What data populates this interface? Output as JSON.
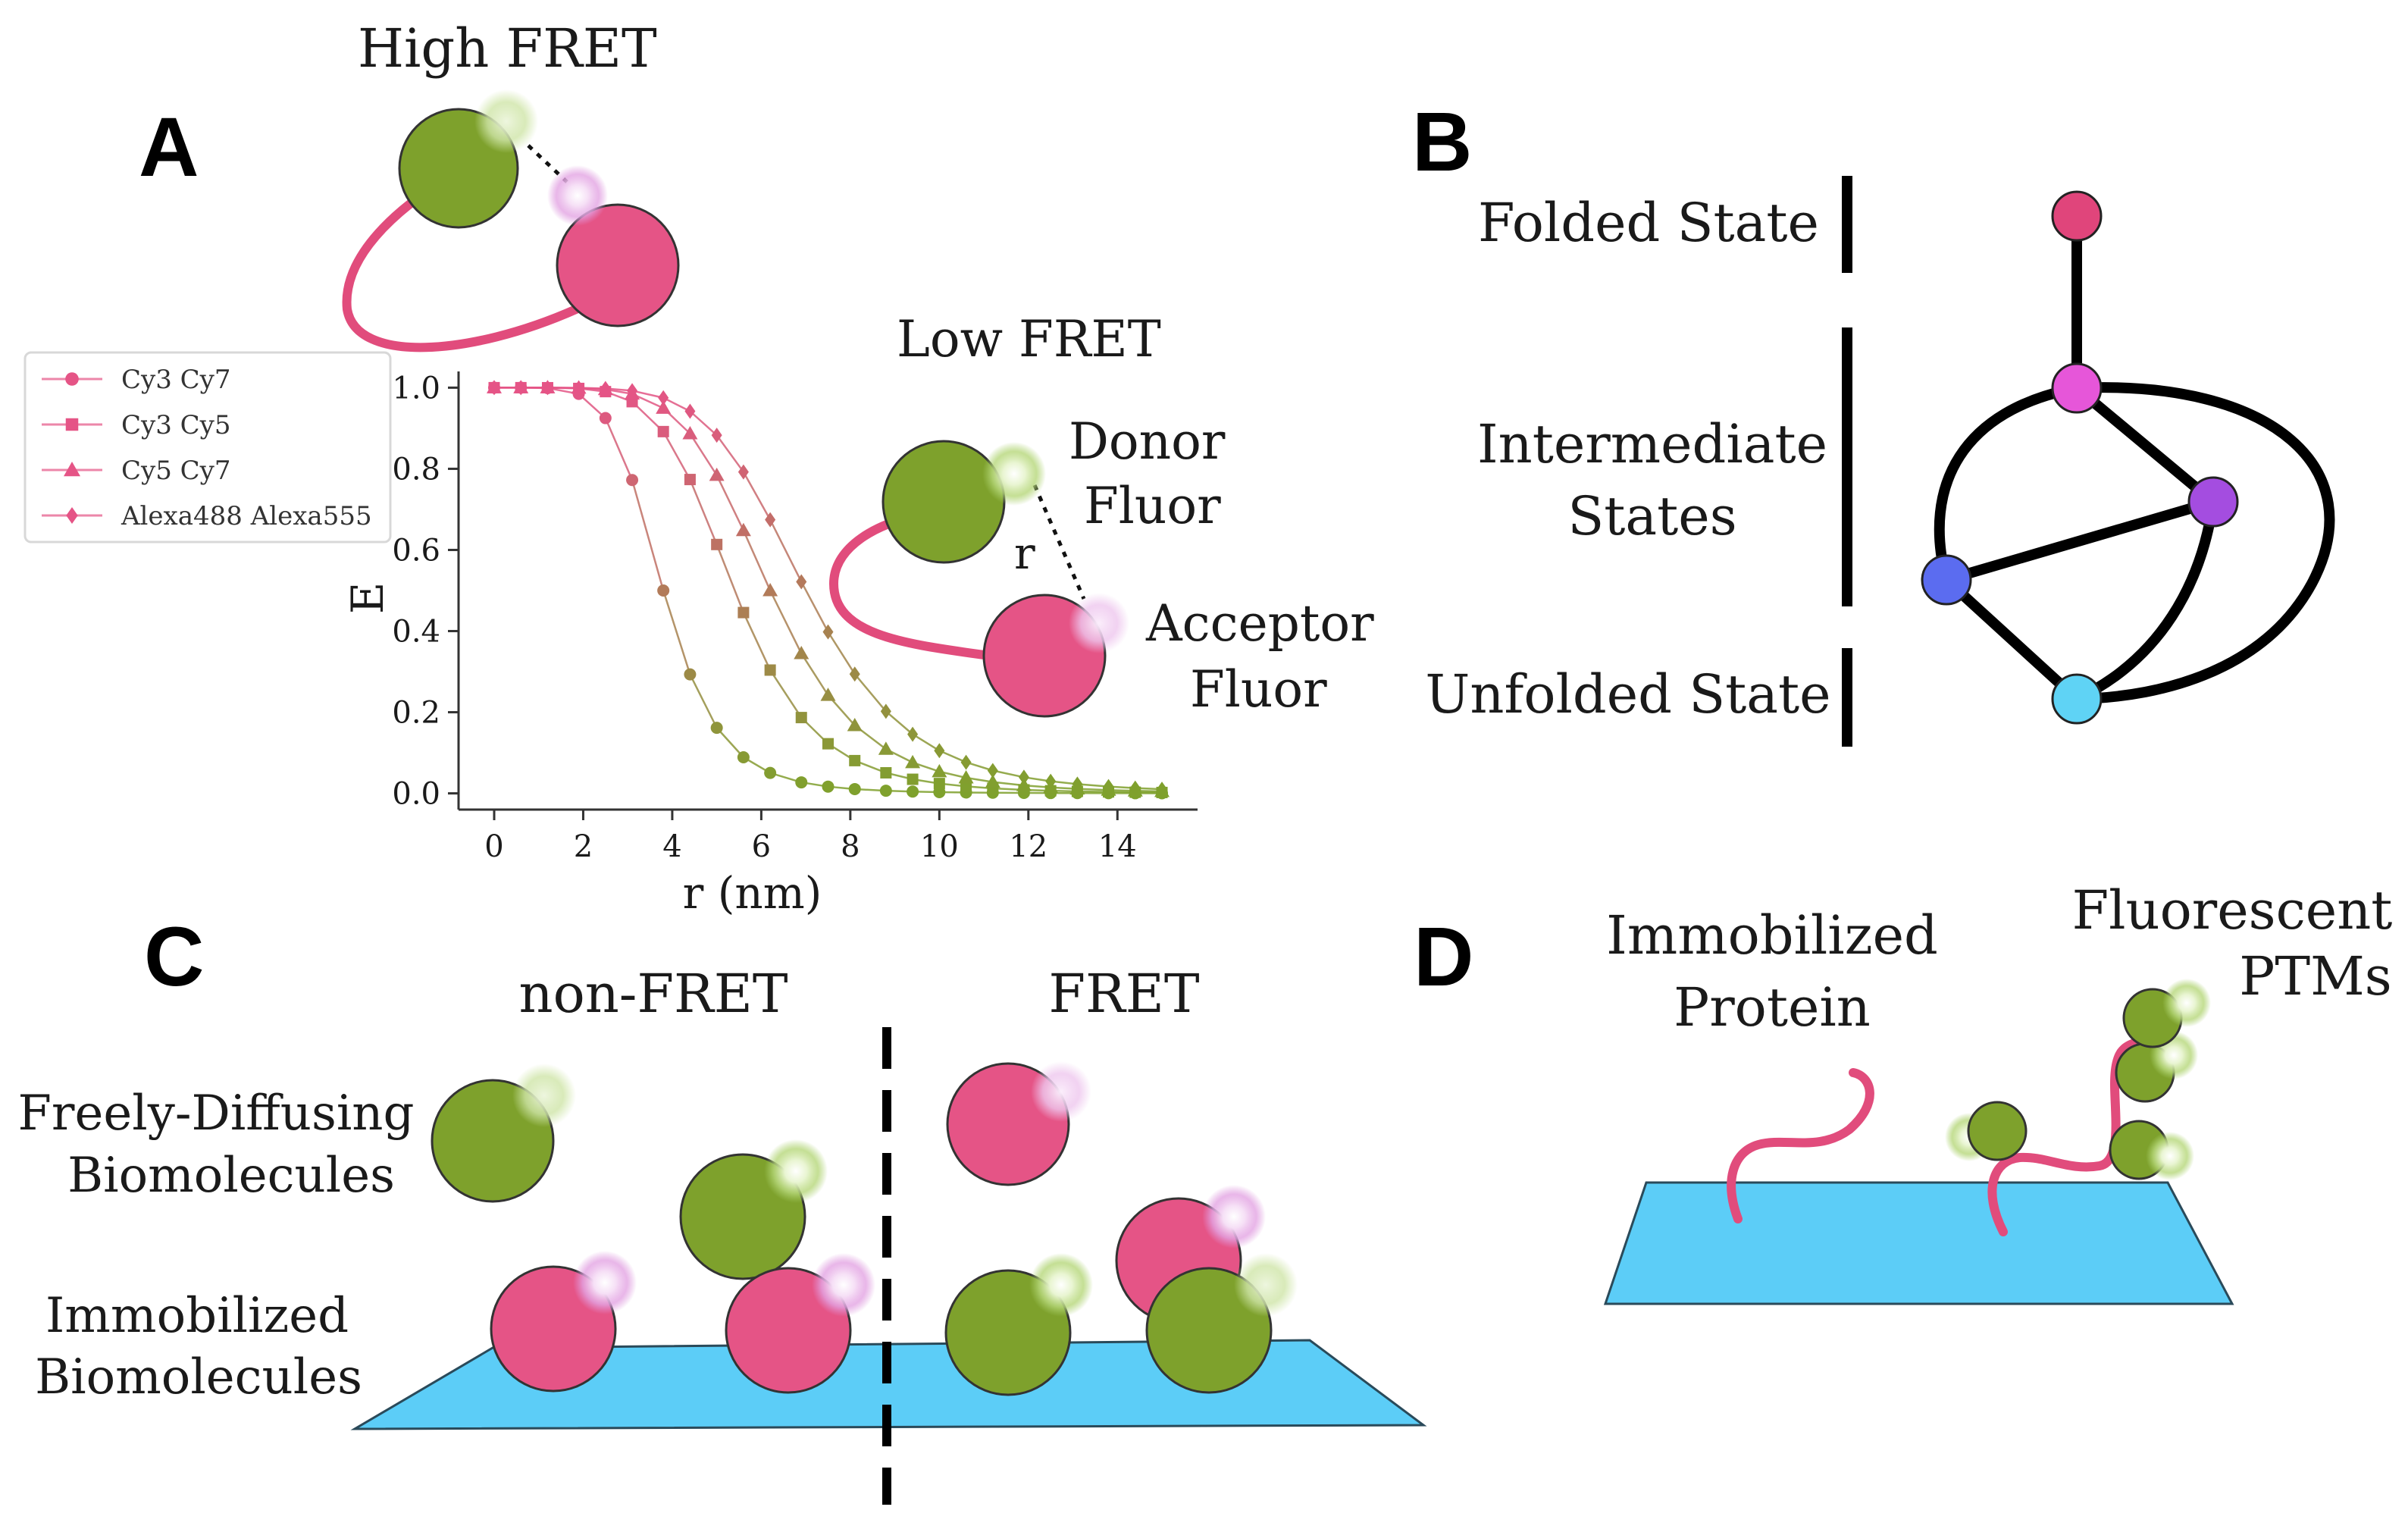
{
  "panels": {
    "a": {
      "letter": "A",
      "high_fret": "High FRET",
      "low_fret": "Low FRET",
      "donor_1": "Donor",
      "donor_2": "Fluor",
      "acceptor_1": "Acceptor",
      "acceptor_2": "Fluor",
      "r": "r"
    },
    "b": {
      "letter": "B",
      "folded": "Folded State",
      "intermediate_1": "Intermediate",
      "intermediate_2": "States",
      "unfolded": "Unfolded State",
      "node_colors": {
        "folded": "#e0457b",
        "int_top": "#e656d9",
        "int_right": "#a44de0",
        "int_left": "#5b6cf0",
        "unfolded": "#5fd3f5"
      }
    },
    "c": {
      "letter": "C",
      "non_fret": "non-FRET",
      "fret": "FRET",
      "free_1": "Freely-Diffusing",
      "free_2": "Biomolecules",
      "imm_1": "Immobilized",
      "imm_2": "Biomolecules"
    },
    "d": {
      "letter": "D",
      "prot_1": "Immobilized",
      "prot_2": "Protein",
      "ptm_1": "Fluorescent",
      "ptm_2": "PTMs"
    }
  },
  "colors": {
    "green": "#7ea12c",
    "pink": "#e55486",
    "surface": "#5ccdf7",
    "line": "#e14c7c"
  },
  "chart_data": {
    "type": "line",
    "xlabel": "r (nm)",
    "ylabel": "E",
    "xlim": [
      -0.8,
      15.8
    ],
    "ylim": [
      -0.04,
      1.04
    ],
    "xticks": [
      0,
      2,
      4,
      6,
      8,
      10,
      12,
      14
    ],
    "yticks": [
      "0.0",
      "0.2",
      "0.4",
      "0.6",
      "0.8",
      "1.0"
    ],
    "x": [
      0,
      0.6,
      1.2,
      1.9,
      2.5,
      3.1,
      3.8,
      4.4,
      5.0,
      5.6,
      6.2,
      6.9,
      7.5,
      8.1,
      8.8,
      9.4,
      10.0,
      10.6,
      11.2,
      11.9,
      12.5,
      13.1,
      13.8,
      14.4,
      15.0
    ],
    "legend_position": "upper-left-outside",
    "series": [
      {
        "name": "Cy3 Cy7",
        "marker": "circle",
        "r0": 3.8
      },
      {
        "name": "Cy3 Cy5",
        "marker": "square",
        "r0": 5.4
      },
      {
        "name": "Cy5 Cy7",
        "marker": "triangle",
        "r0": 6.2
      },
      {
        "name": "Alexa488 Alexa555",
        "marker": "diamond",
        "r0": 7.0
      }
    ]
  }
}
